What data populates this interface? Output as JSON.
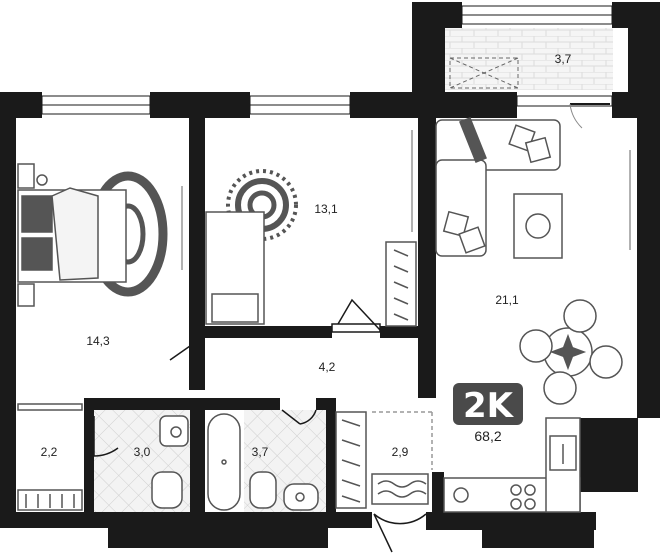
{
  "rooms": [
    {
      "id": "balcony",
      "area": "3,7"
    },
    {
      "id": "bedroom",
      "area": "14,3"
    },
    {
      "id": "kids-room",
      "area": "13,1"
    },
    {
      "id": "living-kitchen",
      "area": "21,1"
    },
    {
      "id": "hall",
      "area": "4,2"
    },
    {
      "id": "wardrobe",
      "area": "2,2"
    },
    {
      "id": "toilet",
      "area": "3,0"
    },
    {
      "id": "bathroom",
      "area": "3,7"
    },
    {
      "id": "entrance",
      "area": "2,9"
    }
  ],
  "badge": {
    "type": "2K",
    "total": "68,2"
  },
  "colors": {
    "wall": "#1a1a1a",
    "badge": "#4a4a4a",
    "furniture": "#555555",
    "tile": "#eeeeee"
  }
}
